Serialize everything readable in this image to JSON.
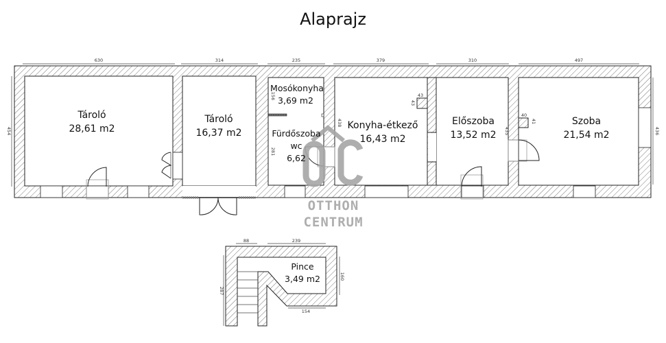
{
  "title": "Alaprajz",
  "rooms": [
    {
      "name": "Tároló",
      "area": "28,61 m2"
    },
    {
      "name": "Tároló",
      "area": "16,37 m2"
    },
    {
      "name": "Mosókonyha",
      "area": "3,69 m2"
    },
    {
      "name": "Fürdőszoba",
      "sub": "wc",
      "area": "6,62"
    },
    {
      "name": "Konyha-étkező",
      "area": "16,43 m2"
    },
    {
      "name": "Előszoba",
      "area": "13,52 m2"
    },
    {
      "name": "Szoba",
      "area": "21,54 m2"
    },
    {
      "name": "Pince",
      "area": "3,49 m2"
    }
  ],
  "dimensions": {
    "top": [
      "630",
      "314",
      "235",
      "379",
      "310",
      "497"
    ],
    "left_height": "454",
    "right_height": "436",
    "mosokonyha_height": "156",
    "furdo_height": "281",
    "konyha_left": "438",
    "konyha_niche_w": "43",
    "konyha_niche_h": "43",
    "eloszoba_right": "435",
    "szoba_niche_w": "40",
    "szoba_niche_h": "41",
    "pince_top_left": "88",
    "pince_top_right": "239",
    "pince_left": "287",
    "pince_right": "160",
    "pince_bottom": "154"
  },
  "watermark": {
    "logo": "ÔC",
    "line1": "OTTHON",
    "line2": "CENTRUM",
    "color": "#a6a6a6"
  }
}
